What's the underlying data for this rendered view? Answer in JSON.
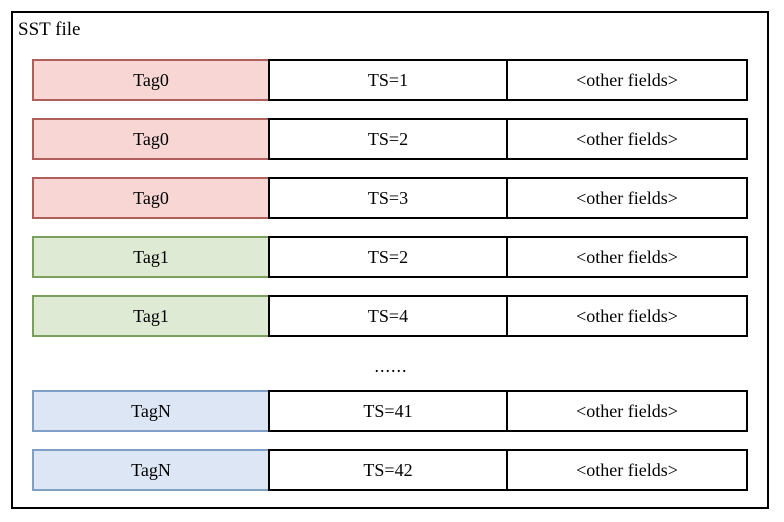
{
  "diagram": {
    "title": "SST file",
    "ellipsis": "......",
    "columns": [
      "tag",
      "timestamp",
      "other"
    ],
    "colors": {
      "tag0_fill": "#f7d6d4",
      "tag0_border": "#b05f5c",
      "tag1_fill": "#dfead5",
      "tag1_border": "#7ba05b",
      "tagN_fill": "#dce6f4",
      "tagN_border": "#7f9fc4",
      "frame_border": "#000000",
      "background": "#ffffff"
    },
    "rows_before_ellipsis": [
      {
        "tag": "Tag0",
        "ts": "TS=1",
        "other": "<other fields>",
        "style": "tag-red"
      },
      {
        "tag": "Tag0",
        "ts": "TS=2",
        "other": "<other fields>",
        "style": "tag-red"
      },
      {
        "tag": "Tag0",
        "ts": "TS=3",
        "other": "<other fields>",
        "style": "tag-red"
      },
      {
        "tag": "Tag1",
        "ts": "TS=2",
        "other": "<other fields>",
        "style": "tag-green"
      },
      {
        "tag": "Tag1",
        "ts": "TS=4",
        "other": "<other fields>",
        "style": "tag-green"
      }
    ],
    "rows_after_ellipsis": [
      {
        "tag": "TagN",
        "ts": "TS=41",
        "other": "<other fields>",
        "style": "tag-blue"
      },
      {
        "tag": "TagN",
        "ts": "TS=42",
        "other": "<other fields>",
        "style": "tag-blue"
      }
    ]
  }
}
